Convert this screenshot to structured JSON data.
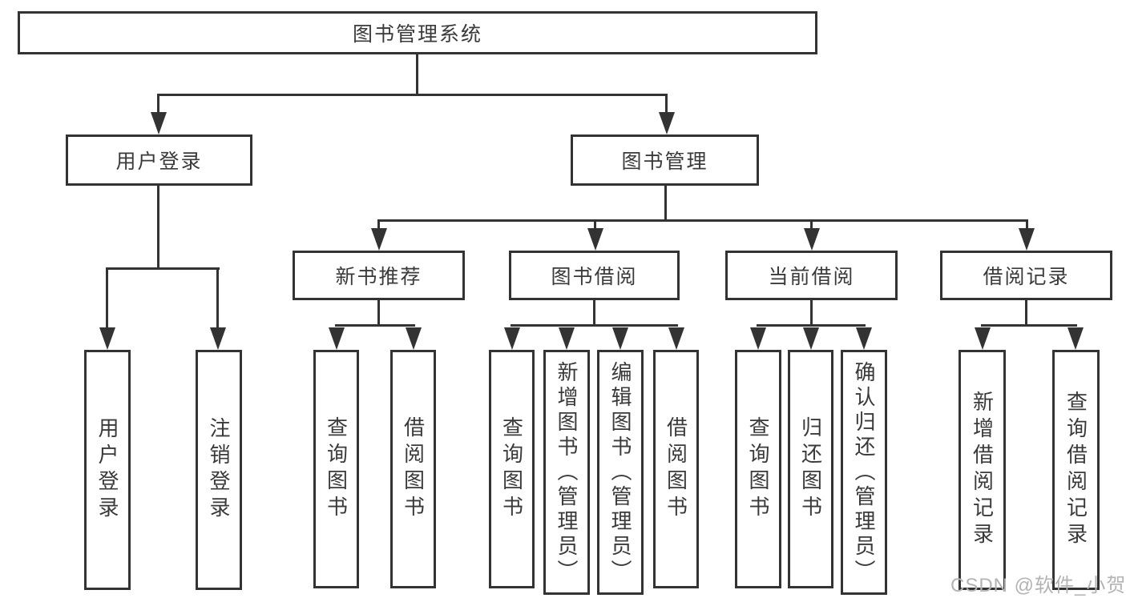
{
  "root": {
    "label": "图书管理系统"
  },
  "user_login": {
    "label": "用户登录",
    "children": {
      "login": {
        "label": "用户登录"
      },
      "logout": {
        "label": "注销登录"
      }
    }
  },
  "book_mgmt": {
    "label": "图书管理",
    "new_books": {
      "label": "新书推荐",
      "children": {
        "query": {
          "label": "查询图书"
        },
        "borrow": {
          "label": "借阅图书"
        }
      }
    },
    "book_borrow": {
      "label": "图书借阅",
      "children": {
        "query": {
          "label": "查询图书"
        },
        "add": {
          "label": "新增图书（管理员）"
        },
        "edit": {
          "label": "编辑图书（管理员）"
        },
        "borrow": {
          "label": "借阅图书"
        }
      }
    },
    "current_borrow": {
      "label": "当前借阅",
      "children": {
        "query": {
          "label": "查询图书"
        },
        "return": {
          "label": "归还图书"
        },
        "confirm": {
          "label": "确认归还（管理员）"
        }
      }
    },
    "borrow_records": {
      "label": "借阅记录",
      "children": {
        "add": {
          "label": "新增借阅记录"
        },
        "query": {
          "label": "查询借阅记录"
        }
      }
    }
  },
  "watermark": {
    "text": "CSDN @软件_小贺同学"
  },
  "colors": {
    "line": "#333333",
    "text": "#3a3a3a",
    "watermark": "#b3b3b3",
    "background": "#ffffff"
  }
}
